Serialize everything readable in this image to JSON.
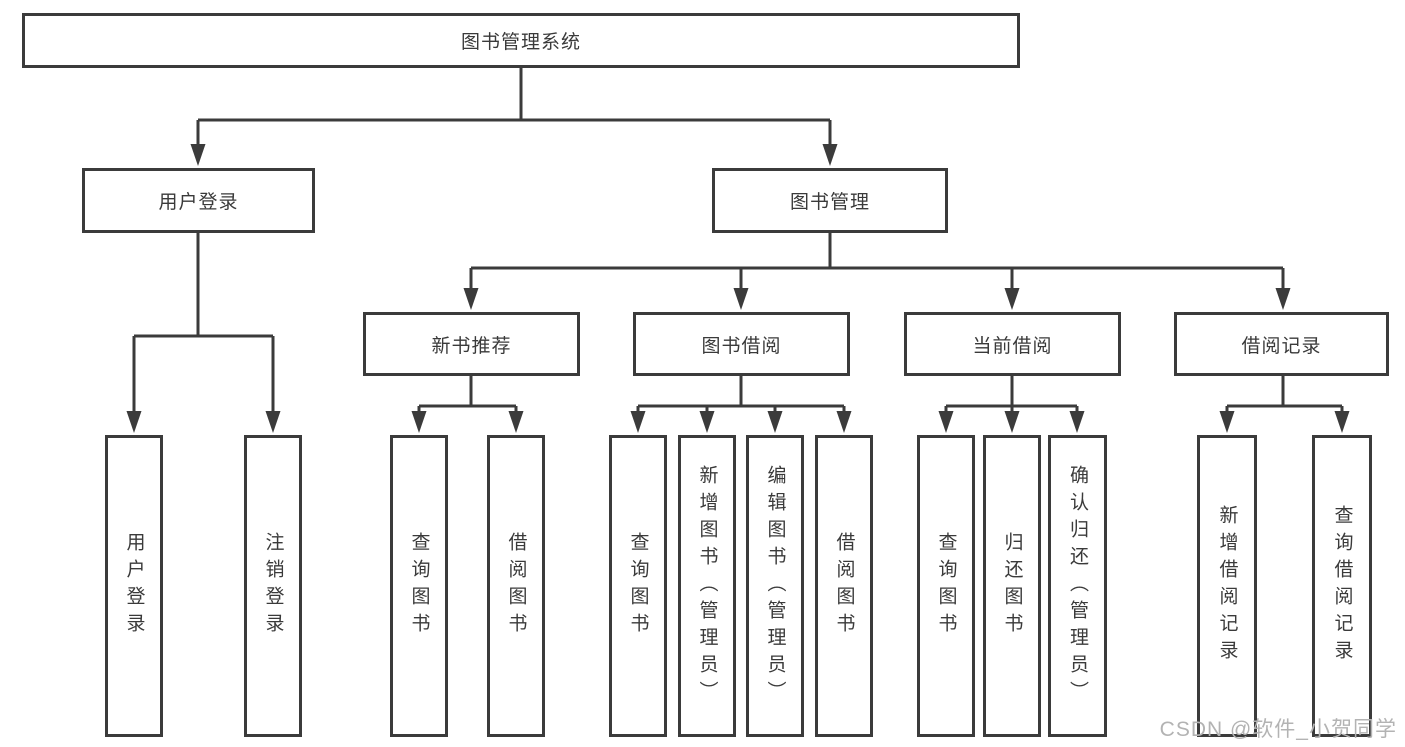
{
  "chart": {
    "root": "图书管理系统",
    "branches": [
      {
        "label": "用户登录",
        "leaves": [
          "用户登录",
          "注销登录"
        ]
      },
      {
        "label": "图书管理",
        "children": [
          {
            "label": "新书推荐",
            "leaves": [
              "查询图书",
              "借阅图书"
            ]
          },
          {
            "label": "图书借阅",
            "leaves": [
              "查询图书",
              "新增图书（管理员）",
              "编辑图书（管理员）",
              "借阅图书"
            ]
          },
          {
            "label": "当前借阅",
            "leaves": [
              "查询图书",
              "归还图书",
              "确认归还（管理员）"
            ]
          },
          {
            "label": "借阅记录",
            "leaves": [
              "新增借阅记录",
              "查询借阅记录"
            ]
          }
        ]
      }
    ]
  },
  "colors": {
    "line": "#3b3b3b",
    "text": "#3a3a3a",
    "box_bg": "#ffffff",
    "watermark": "#b3b3b3"
  },
  "watermark": "CSDN @软件_小贺同学"
}
